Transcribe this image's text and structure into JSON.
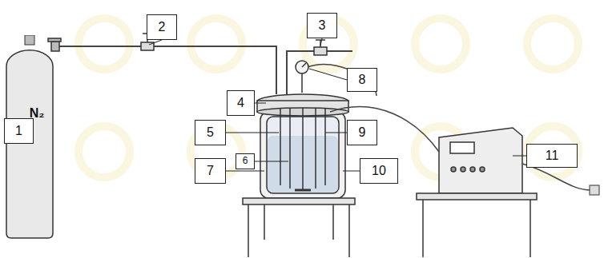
{
  "diagram": {
    "nodes": [
      {
        "text": [
          "N₂"
        ]
      },
      {
        "text": [
          "1"
        ]
      },
      {
        "text": [
          "2"
        ]
      },
      {
        "text": [
          "3"
        ]
      },
      {
        "text": [
          "4"
        ]
      },
      {
        "text": [
          "5"
        ]
      },
      {
        "text": [
          "6"
        ]
      },
      {
        "text": [
          "7"
        ]
      },
      {
        "text": [
          "8"
        ]
      },
      {
        "text": [
          "9"
        ]
      },
      {
        "text": [
          "10"
        ]
      },
      {
        "text": [
          "11"
        ]
      }
    ]
  }
}
